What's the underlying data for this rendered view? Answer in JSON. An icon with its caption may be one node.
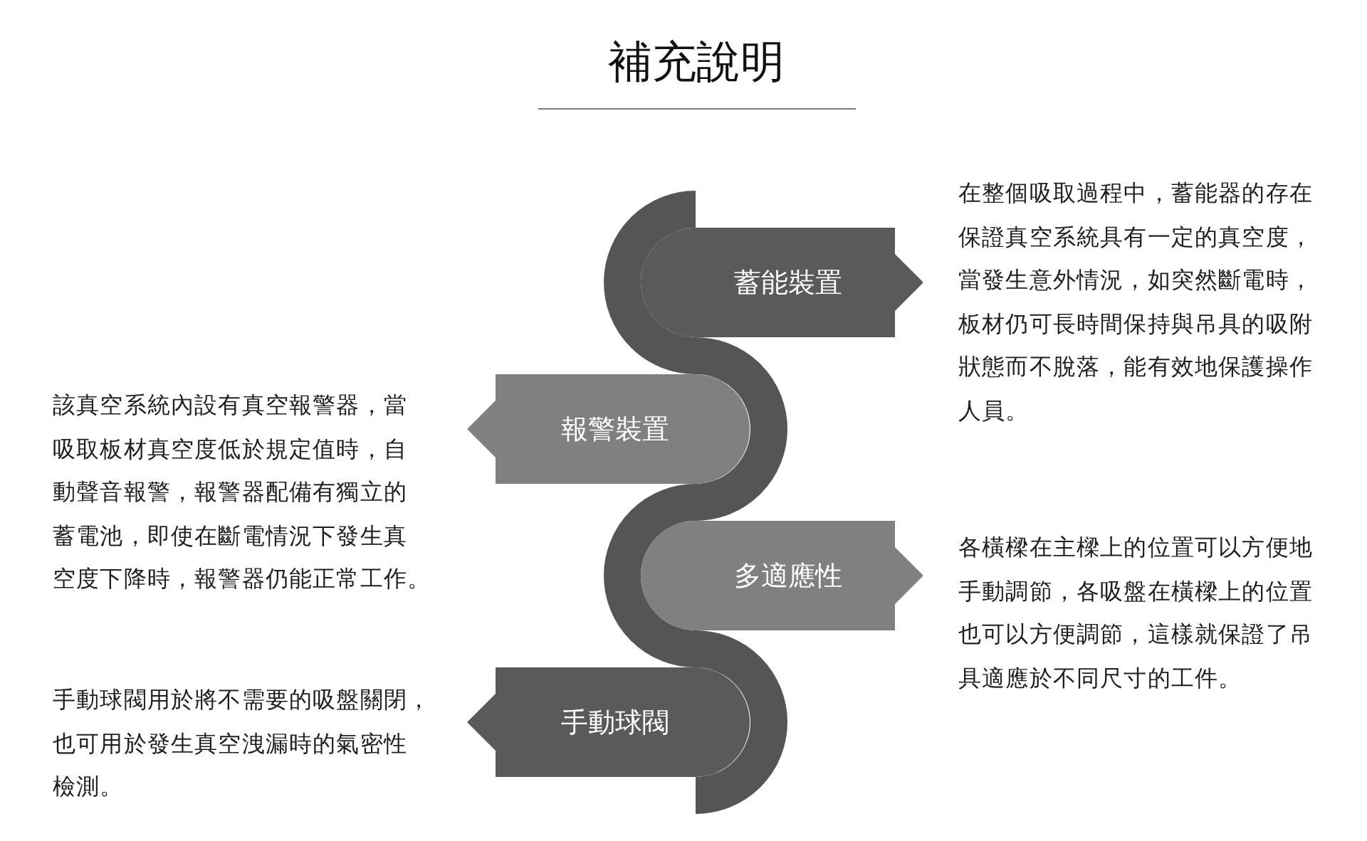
{
  "diagram": {
    "title": "補充說明",
    "nodes": [
      {
        "text": [
          "蓄能裝置"
        ],
        "beside": [
          "在整個吸取過程中，蓄能器的存在保證真空系統具有一定的真空度，當發生意外情況，如突然斷電時，板材仍可長時間保持與吊具的吸附狀態而不脫落，能有效地保護操作人員。"
        ]
      },
      {
        "text": [
          "報警裝置"
        ],
        "beside": [
          "該真空系統內設有真空報警器，當吸取板材真空度低於規定值時，自動聲音報警，報警器配備有獨立的蓄電池，即使在斷電情況下發生真空度下降時，報警器仍能正常工作。"
        ]
      },
      {
        "text": [
          "多適應性"
        ],
        "beside": [
          "各橫樑在主樑上的位置可以方便地手動調節，各吸盤在橫樑上的位置也可以方便調節，這樣就保證了吊具適應於不同尺寸的工件。"
        ]
      },
      {
        "text": [
          "手動球閥"
        ],
        "beside": [
          "手動球閥用於將不需要的吸盤關閉，也可用於發生真空洩漏時的氣密性檢測。"
        ]
      }
    ]
  }
}
